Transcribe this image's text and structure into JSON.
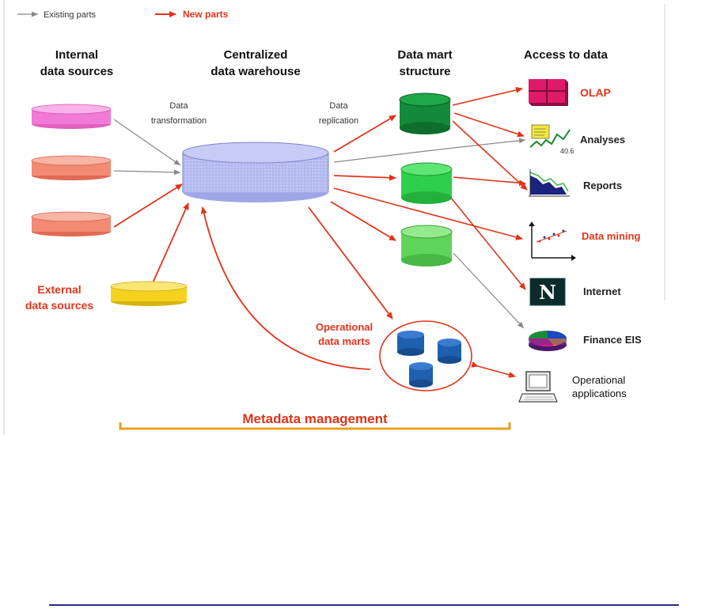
{
  "legend": {
    "existing_label": "Existing parts",
    "new_label": "New parts"
  },
  "headers": {
    "internal_line1": "Internal",
    "internal_line2": "data sources",
    "warehouse_line1": "Centralized",
    "warehouse_line2": "data warehouse",
    "datamart_line1": "Data mart",
    "datamart_line2": "structure",
    "access": "Access to data"
  },
  "labels": {
    "transformation_line1": "Data",
    "transformation_line2": "transformation",
    "replication_line1": "Data",
    "replication_line2": "replication",
    "external_line1": "External",
    "external_line2": "data sources",
    "opmarts_line1": "Operational",
    "opmarts_line2": "data marts",
    "metadata": "Metadata management"
  },
  "access_items": {
    "olap": "OLAP",
    "analyses": "Analyses",
    "analyses_value": "40.6",
    "reports": "Reports",
    "data_mining": "Data mining",
    "internet": "Internet",
    "internet_icon_letter": "N",
    "finance_eis": "Finance EIS",
    "operational_line1": "Operational",
    "operational_line2": "applications"
  },
  "colors": {
    "existing_arrow": "#888888",
    "new_arrow": "#e0341a",
    "source_pink": "#f07ad6",
    "source_salmon": "#f28a74",
    "external_yellow": "#f5d21f",
    "warehouse": "#b9bff2",
    "mart_dark_green": "#138a3a",
    "mart_green": "#2ecf4a",
    "mart_light_green": "#5fd45a",
    "op_mart_blue": "#1e5fb0",
    "metadata_bracket": "#e8a020"
  }
}
